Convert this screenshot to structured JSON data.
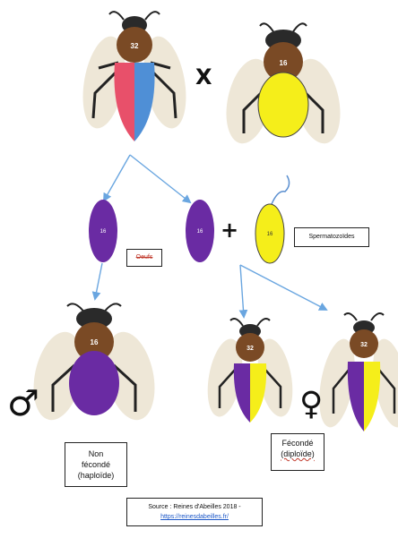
{
  "cross_symbol": "X",
  "plus_symbol": "+",
  "queen_chromosomes": "32",
  "drone_chromosomes": "16",
  "egg_left_chromosomes": "16",
  "egg_right_chromosomes": "16",
  "sperm_chromosomes": "16",
  "sperm_label": "Spermatozoïdes",
  "eggs_label": "Oeufs",
  "offspring_male_chromosomes": "16",
  "offspring_female1_chromosomes": "32",
  "offspring_female2_chromosomes": "32",
  "male_symbol": "♂",
  "female_symbol": "♀",
  "non_fecondated_line1": "Non",
  "non_fecondated_line2": "fécondé",
  "non_fecondated_line3": "(haploïde)",
  "fecondated_line1": "Fécondé",
  "fecondated_line2": "(diploïde)",
  "source_line1": "Source : Reines d'Abeilles 2018 -",
  "source_link": "https://reinesdabeilles.fr/",
  "colors": {
    "queen_left_abdomen": "#e8506a",
    "queen_right_abdomen": "#4f8fd6",
    "drone_abdomen": "#f5ee1a",
    "egg_purple": "#6a2ba3",
    "sperm_yellow": "#f5ee1a",
    "arrow_blue": "#6aa6e0",
    "thorax_brown": "#7a4a25",
    "wing": "#e8dfc9"
  }
}
